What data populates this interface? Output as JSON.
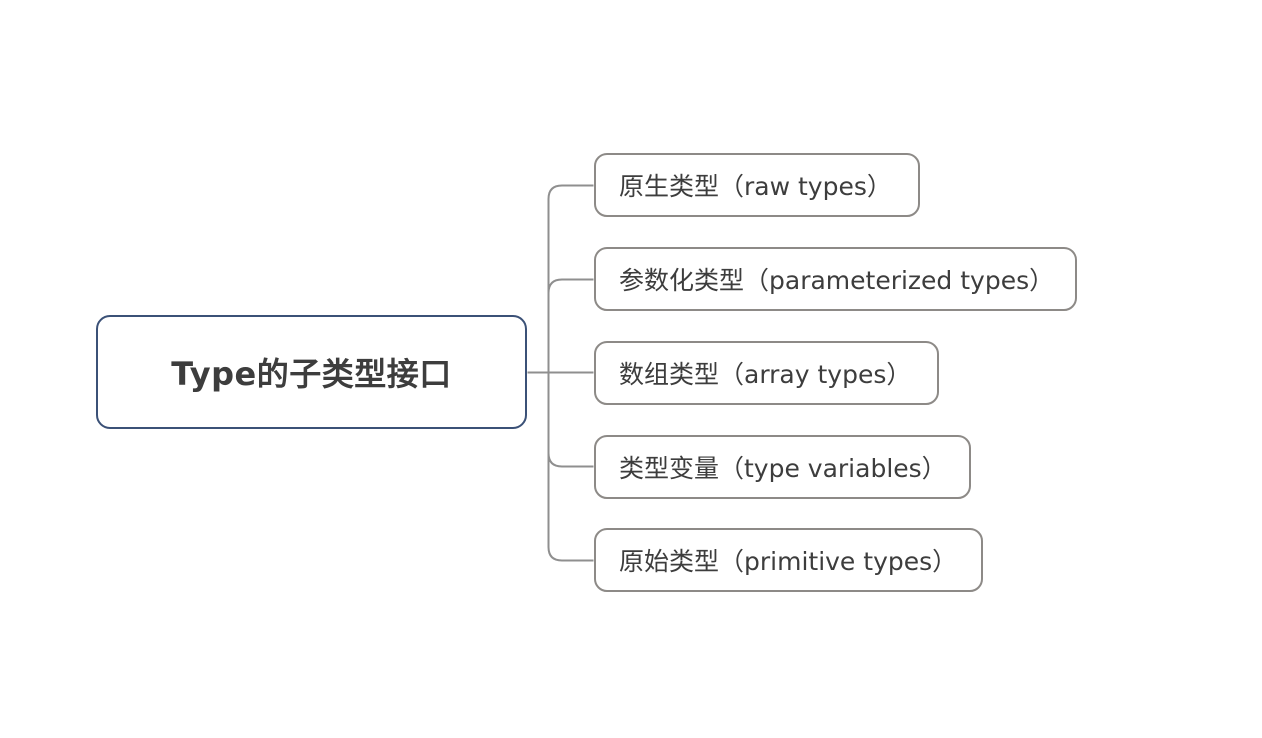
{
  "mindmap": {
    "root": {
      "label": "Type的子类型接口",
      "border_color": "#3b5177"
    },
    "children": [
      {
        "label": "原生类型（raw types）"
      },
      {
        "label": "参数化类型（parameterized types）"
      },
      {
        "label": "数组类型（array types）"
      },
      {
        "label": "类型变量（type variables）"
      },
      {
        "label": "原始类型（primitive types）"
      }
    ],
    "child_border_color": "#8d8a87",
    "connector_color": "#8f8f8f",
    "text_color": "#3d3d3d",
    "background_color": "#ffffff"
  }
}
